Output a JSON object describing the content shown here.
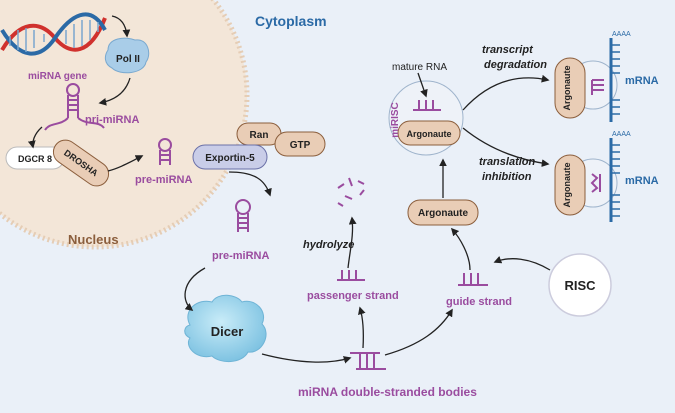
{
  "labels": {
    "cytoplasm": "Cytoplasm",
    "nucleus": "Nucleus",
    "mirna_gene": "miRNA gene",
    "pol_ii": "Pol II",
    "pri_mirna": "pri-miRNA",
    "dgcr8": "DGCR 8",
    "drosha": "DROSHA",
    "pre_mirna_1": "pre-miRNA",
    "ran": "Ran",
    "gtp": "GTP",
    "exportin5": "Exportin-5",
    "pre_mirna_2": "pre-miRNA",
    "dicer": "Dicer",
    "mirna_ds": "miRNA double-stranded bodies",
    "passenger": "passenger strand",
    "hydrolyze": "hydrolyze",
    "guide": "guide strand",
    "risc": "RISC",
    "argonaute_low": "Argonaute",
    "argonaute_risc": "Argonaute",
    "mature_rna": "mature RNA",
    "mirisc": "miRISC",
    "transcript_deg_1": "transcript",
    "transcript_deg_2": "degradation",
    "translation_inh_1": "translation",
    "translation_inh_2": "inhibition",
    "argonaute_top": "Argonaute",
    "argonaute_bottom": "Argonaute",
    "mrna_top": "mRNA",
    "mrna_bottom": "mRNA",
    "polya_top": "AAAA",
    "polya_bottom": "AAAA"
  },
  "colors": {
    "purple": "#9a4c9f",
    "blue": "#2b6aa6",
    "argonaute_fill": "#e9cdb6",
    "dicer_fill": "#9fd3ea",
    "exportin_fill": "#c9cde8",
    "nucleus_fill": "#f3e6d8"
  }
}
